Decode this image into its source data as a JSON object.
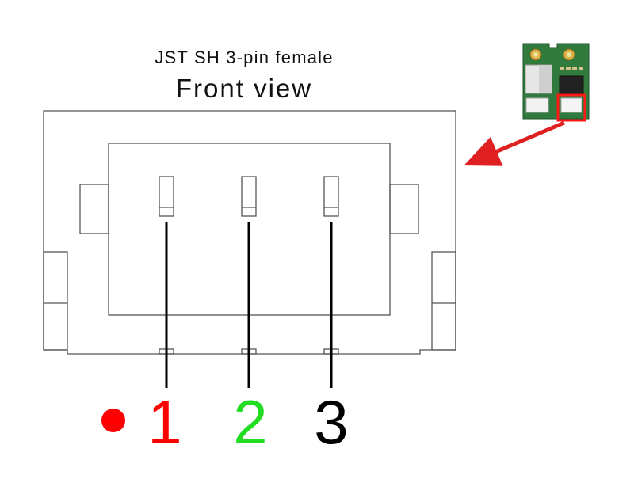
{
  "title": {
    "line1": "JST SH 3-pin female",
    "line2": "Front view"
  },
  "pins": [
    {
      "label": "1",
      "color": "#ff0000",
      "marker": true
    },
    {
      "label": "2",
      "color": "#22dd22",
      "marker": false
    },
    {
      "label": "3",
      "color": "#000000",
      "marker": false
    }
  ],
  "colors": {
    "outline": "#555555",
    "pin_line": "#000000",
    "pointer": "#e02020",
    "pcb_green": "#2f7a3c"
  },
  "icons": {
    "pin1_marker": "red-dot-icon",
    "board_thumbnail": "pcb-module-icon",
    "pointer_arrow": "arrow-icon"
  }
}
